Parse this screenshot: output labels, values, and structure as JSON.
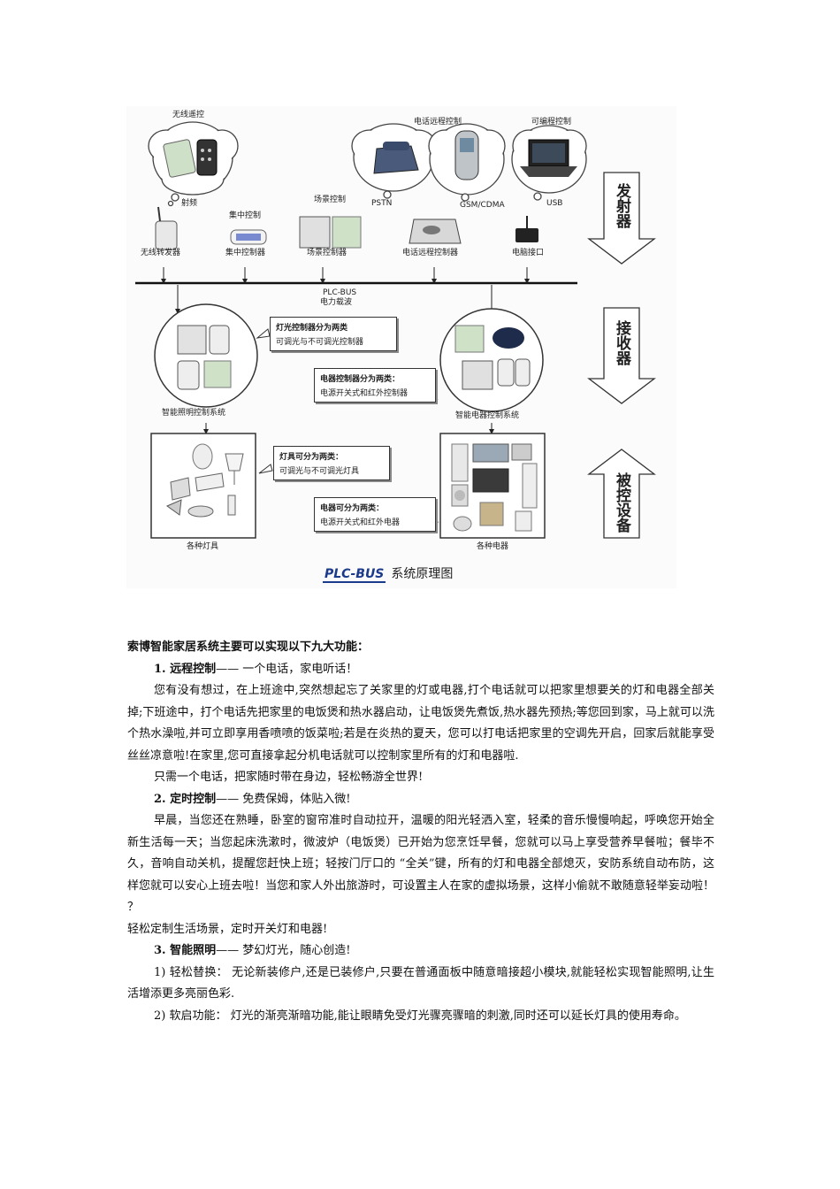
{
  "figure": {
    "top_labels": {
      "wireless_remote": "无线遥控",
      "phone_remote": "电话远程控制",
      "programmable": "可编程控制",
      "rf": "射频",
      "centralized": "集中控制",
      "scene": "场景控制",
      "pstn": "PSTN",
      "gsm": "GSM/CDMA",
      "usb": "USB"
    },
    "devices": {
      "wireless_transmitter": "无线转发器",
      "central_controller": "集中控制器",
      "scene_controller": "场景控制器",
      "phone_remote_controller": "电话远程控制器",
      "pc_interface": "电脑接口"
    },
    "bus": {
      "line1": "PLC-BUS",
      "line2": "电力载波"
    },
    "side_arrows": {
      "transmitter": "发射器",
      "receiver": "接收器",
      "controlled": "被控设备"
    },
    "callouts": {
      "light_ctrl_title": "灯光控制器分为两类",
      "light_ctrl_text": "可调光与不可调光控制器",
      "appliance_ctrl_title": "电器控制器分为两类：",
      "appliance_ctrl_text": "电源开关式和红外控制器",
      "lamp_title": "灯具可分为两类：",
      "lamp_text": "可调光与不可调光灯具",
      "appliance_title": "电器可分为两类：",
      "appliance_text": "电源开关式和红外电器"
    },
    "systems": {
      "lighting": "智能照明控制系统",
      "appliance": "智能电器控制系统",
      "lamps": "各种灯具",
      "appliances": "各种电器"
    },
    "caption_logo": "PLC-BUS",
    "caption_text": "系统原理图"
  },
  "text": {
    "heading": "索博智能家居系统主要可以实现以下九大功能：",
    "f1_title": "1. 远程控制",
    "f1_tag": "—— 一个电话，家电听话！",
    "f1_p1": "您有没有想过，在上班途中,突然想起忘了关家里的灯或电器,打个电话就可以把家里想要关的灯和电器全部关掉;下班途中，打个电话先把家里的电饭煲和热水器启动，让电饭煲先煮饭,热水器先预热;等您回到家，马上就可以洗个热水澡啦,并可立即享用香喷喷的饭菜啦;若是在炎热的夏天，您可以打电话把家里的空调先开启，回家后就能享受丝丝凉意啦!在家里,您可直接拿起分机电话就可以控制家里所有的灯和电器啦.",
    "f1_p2": "只需一个电话，把家随时带在身边，轻松畅游全世界!",
    "f2_title": "2. 定时控制",
    "f2_tag": "—— 免费保姆，体贴入微!",
    "f2_p1": "早晨，当您还在熟睡，卧室的窗帘准时自动拉开，温暖的阳光轻洒入室，轻柔的音乐慢慢响起，呼唤您开始全新生活每一天；当您起床洗漱时，微波炉（电饭煲）已开始为您烹饪早餐，您就可以马上享受营养早餐啦；餐毕不久，音响自动关机，提醒您赶快上班；轻按门厅口的 “全关”键，所有的灯和电器全部熄灭，安防系统自动布防，这样您就可以安心上班去啦！当您和家人外出旅游时，可设置主人在家的虚拟场景，这样小偷就不敢随意轻举妄动啦！ ？",
    "f2_p2": "轻松定制生活场景，定时开关灯和电器!",
    "f3_title": "3. 智能照明",
    "f3_tag": "—— 梦幻灯光，随心创造!",
    "f3_p1": "1) 轻松替换： 无论新装修户,还是已装修户,只要在普通面板中随意暗接超小模块,就能轻松实现智能照明,让生活增添更多亮丽色彩.",
    "f3_p2": "2) 软启功能： 灯光的渐亮渐暗功能,能让眼睛免受灯光骤亮骤暗的刺激,同时还可以延长灯具的使用寿命。"
  }
}
